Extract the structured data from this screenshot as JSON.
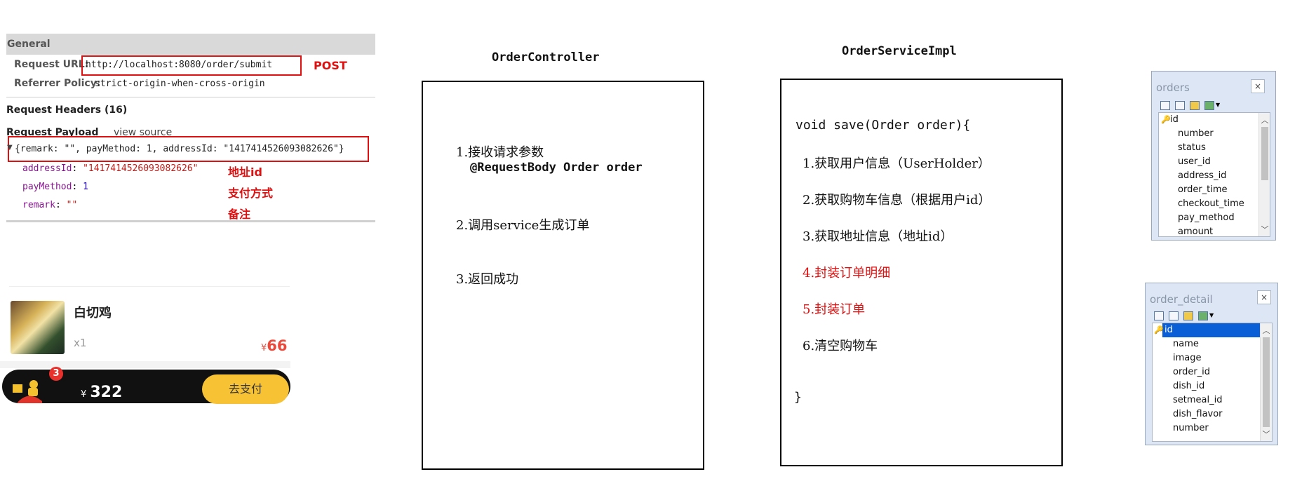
{
  "request": {
    "general_label": "General",
    "request_url_label": "Request URL:",
    "request_url": "http://localhost:8080/order/submit",
    "method": "POST",
    "referrer_label": "Referrer Policy:",
    "referrer_value": "strict-origin-when-cross-origin",
    "headers_label": "Request Headers (16)",
    "payload_label": "Request Payload",
    "view_source": "view source",
    "payload_summary": "{remark: \"\", payMethod: 1, addressId: \"1417414526093082626\"}",
    "fields": [
      {
        "key": "addressId",
        "value": "\"1417414526093082626\"",
        "annotation": "地址id"
      },
      {
        "key": "payMethod",
        "value": "1",
        "annotation": "支付方式"
      },
      {
        "key": "remark",
        "value": "\"\"",
        "annotation": "备注"
      }
    ]
  },
  "cart": {
    "item_name": "白切鸡",
    "item_qty": "x1",
    "currency": "¥",
    "item_price": "66",
    "badge_count": "3",
    "total": "322",
    "pay_button": "去支付"
  },
  "controller": {
    "title": "OrderController",
    "steps": [
      "1.接收请求参数",
      "@RequestBody Order order",
      "2.调用service生成订单",
      "3.返回成功"
    ]
  },
  "service": {
    "title": "OrderServiceImpl",
    "signature": "void save(Order order){",
    "steps": [
      {
        "text": "1.获取用户信息（UserHolder）",
        "highlight": false
      },
      {
        "text": "2.获取购物车信息（根据用户id）",
        "highlight": false
      },
      {
        "text": "3.获取地址信息（地址id）",
        "highlight": false
      },
      {
        "text": "4.封装订单明细",
        "highlight": true
      },
      {
        "text": "5.封装订单",
        "highlight": true
      },
      {
        "text": "6.清空购物车",
        "highlight": false
      }
    ],
    "closing": "}"
  },
  "tables": [
    {
      "name": "orders",
      "close": "×",
      "fields": [
        "id",
        "number",
        "status",
        "user_id",
        "address_id",
        "order_time",
        "checkout_time",
        "pay_method",
        "amount"
      ]
    },
    {
      "name": "order_detail",
      "close": "×",
      "fields": [
        "id",
        "name",
        "image",
        "order_id",
        "dish_id",
        "setmeal_id",
        "dish_flavor",
        "number"
      ]
    }
  ],
  "colors": {
    "highlight": "#e01010",
    "pay_button": "#f7c233",
    "selection": "#0a5fd6"
  }
}
